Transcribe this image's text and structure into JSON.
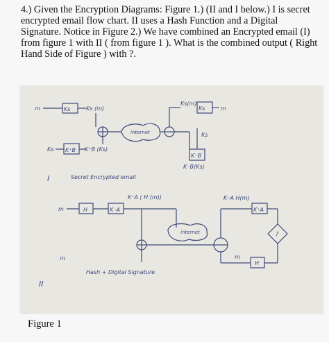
{
  "question": {
    "text": "4.) Given the Encryption Diagrams: Figure 1.) (II and I below.) I is secret encrypted email flow chart.  II uses a Hash Function and a Digital Signature.  Notice in Figure 2.) We have combined an Encrypted email (I) from figure 1 with II ( from figure 1 ).  What is the combined output ( Right Hand Side of Figure ) with ?."
  },
  "figure": {
    "diagram1": {
      "label": "I",
      "caption": "Secret Encrypted email",
      "m_label": "m",
      "ks_box": "Ks",
      "ks_out": "Ks (m)",
      "ks_line": "Ks",
      "kb_box": "K⁺B",
      "kb_out": "K⁺B (Ks)",
      "internet": "internet",
      "ks_m_top": "Ks(m)",
      "ks_box_right": "Ks",
      "m_out": "m",
      "ks_up": "Ks",
      "kb_minus_box": "K⁻B",
      "kb_minus_out": "K⁻B(Ks)"
    },
    "diagram2": {
      "label": "II",
      "caption": "Hash + Digital Signature",
      "m_label": "m",
      "h_box": "H",
      "ka_box": "K⁻A",
      "ka_out": "K⁻A ( H (m))",
      "internet": "internet",
      "m_bottom": "m",
      "out_top": "K⁻A  H(m)",
      "ka_plus_box": "K⁺A",
      "question_mark": "?",
      "m_right": "m",
      "h_box_right": "H"
    }
  },
  "caption": "Figure 1"
}
